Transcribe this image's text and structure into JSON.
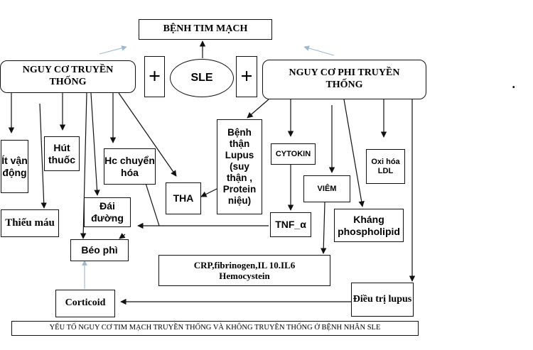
{
  "nodes": {
    "cardio": "BỆNH TIM MẠCH",
    "traditional": "NGUY CƠ TRUYỀN THỐNG",
    "nontraditional": "NGUY CƠ PHI TRUYỀN THỐNG",
    "sle": "SLE",
    "plus": "+",
    "inactivity": "Ít vận động",
    "smoking": "Hút thuốc",
    "metabolic": "Hc chuyển hóa",
    "tha": "THA",
    "anemia": "Thiếu máu",
    "diabetes": "Đái đường",
    "obesity": "Béo phì",
    "corticoid": "Corticoid",
    "lupus_nephritis": "Bệnh thận Lupus (suy thận , Protein niệu)",
    "cytokin": "CYTOKIN",
    "viem": "VIÊM",
    "ldl": "Oxi hóa LDL",
    "tnf": "TNF_α",
    "apl": "Kháng phospholipid",
    "crp_line1": "CRP,fibrinogen,IL 10.IL6",
    "crp_line2": "Hemocystein",
    "lupus_treatment": "Điều trị lupus",
    "stray_mark": "•"
  },
  "caption": "YẾU TỐ NGUY CƠ TIM MẠCH TRUYỀN THỐNG VÀ KHÔNG TRUYỀN THỐNG Ở BỆNH NHÂN SLE",
  "colors": {
    "line": "#111111",
    "light_arrow": "#9db8cf",
    "border": "#111111"
  }
}
